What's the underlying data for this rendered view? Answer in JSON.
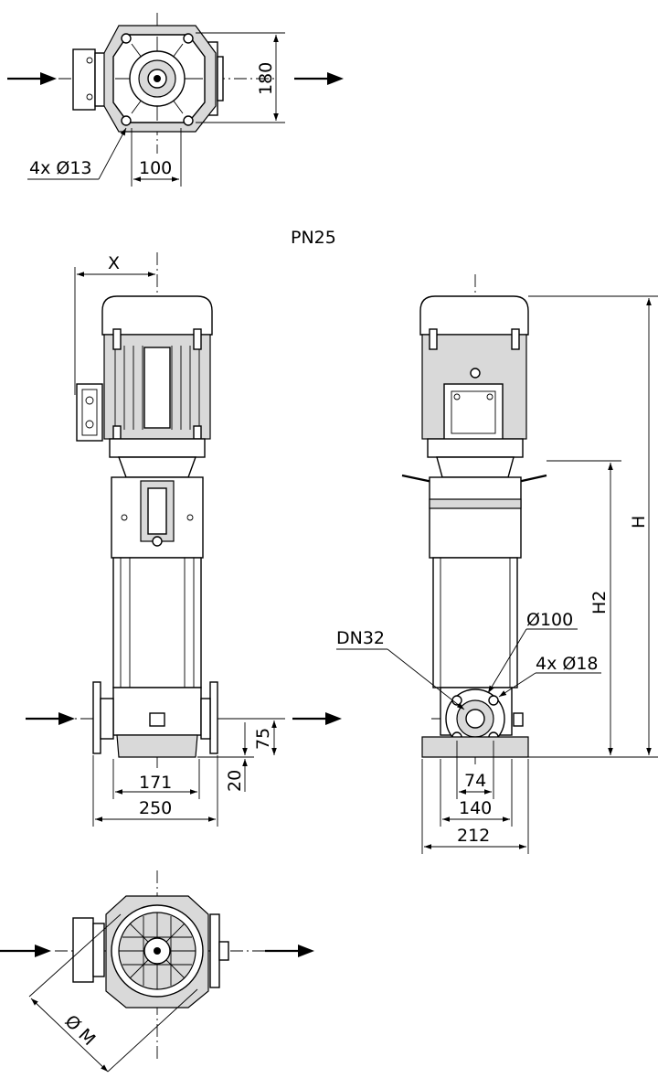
{
  "labels": {
    "top_holes": "4x Ø13",
    "top_width": "100",
    "top_height": "180",
    "pressure_rating": "PN25",
    "motor_offset": "X",
    "flange_height": "75",
    "base_height": "20",
    "foot_spacing": "171",
    "port_to_port": "250",
    "nominal_diameter": "DN32",
    "flange_diameter": "Ø100",
    "flange_holes": "4x Ø18",
    "total_height": "H",
    "suction_height": "H2",
    "foot_hole_spacing": "74",
    "foot_width": "140",
    "base_width": "212",
    "motor_diameter": "Ø M"
  }
}
